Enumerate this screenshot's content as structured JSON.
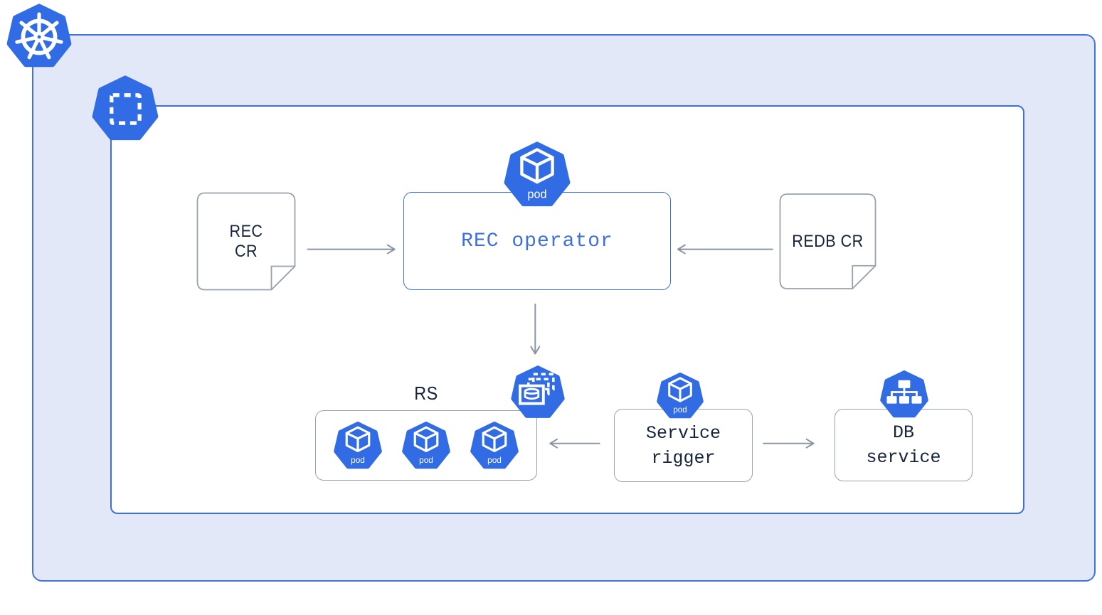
{
  "colors": {
    "kubernetes_blue": "#326CE5",
    "cluster_fill": "#E2E8F8",
    "cluster_border": "#4273DF",
    "namespace_border": "#3E6FDE",
    "node_border_gray": "#98A2AE",
    "arrow_gray": "#8995A3",
    "text_dark": "#15243A",
    "text_blue": "#3E6FDE"
  },
  "icons": {
    "cluster": "kubernetes-logo",
    "namespace": "namespace-dashed-square",
    "pod": "pod-cube",
    "replica_set": "replicaset-stacked-database",
    "service": "service-tree"
  },
  "nodes": {
    "rec_cr": {
      "lines": [
        "REC",
        "CR"
      ]
    },
    "rec_operator": {
      "label": "REC operator",
      "pod_badge": "pod"
    },
    "redb_cr": {
      "lines": [
        "REDB CR"
      ]
    },
    "replica_set": {
      "title": "RS",
      "pods": [
        "pod",
        "pod",
        "pod"
      ]
    },
    "service_rigger": {
      "lines": [
        "Service",
        "rigger"
      ],
      "pod_badge": "pod"
    },
    "db_service": {
      "lines": [
        "DB",
        "service"
      ]
    }
  },
  "edges": [
    {
      "from": "rec_cr",
      "to": "rec_operator"
    },
    {
      "from": "redb_cr",
      "to": "rec_operator"
    },
    {
      "from": "rec_operator",
      "to": "replica_set"
    },
    {
      "from": "service_rigger",
      "to": "replica_set"
    },
    {
      "from": "service_rigger",
      "to": "db_service"
    }
  ]
}
